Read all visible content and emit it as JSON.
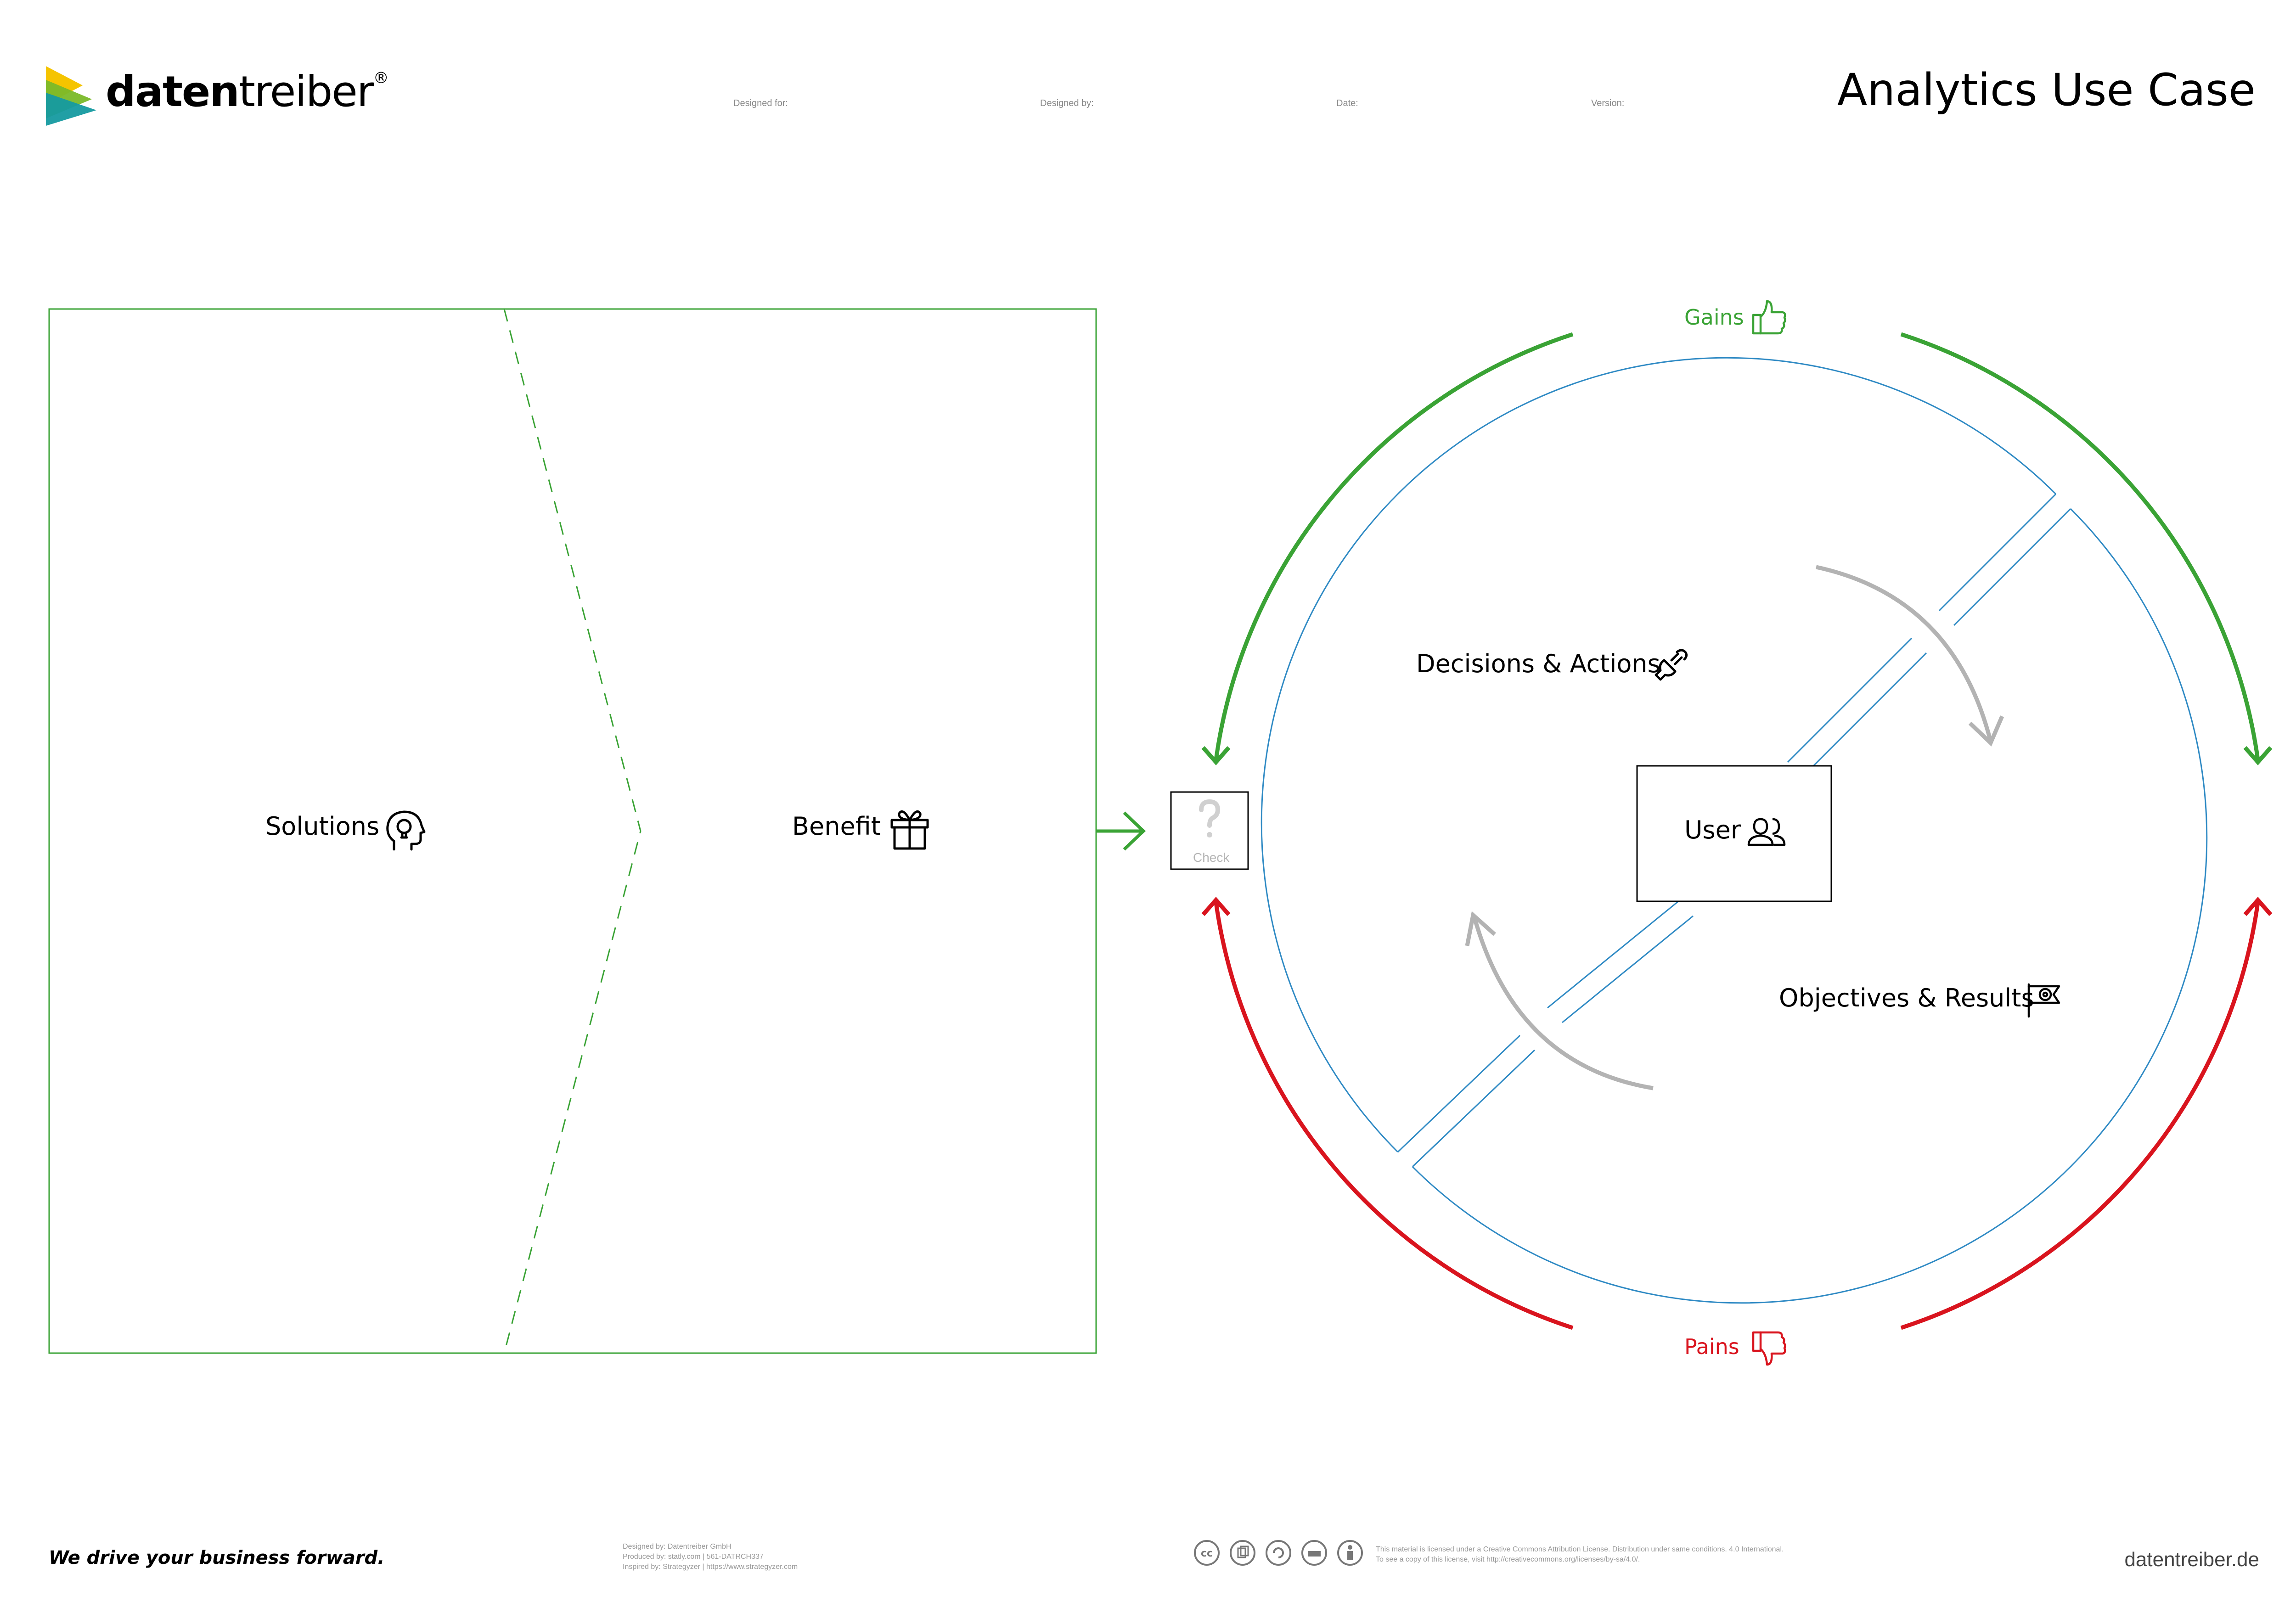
{
  "brand": {
    "name_bold": "daten",
    "name_light": "treiber",
    "registered": "®"
  },
  "header": {
    "designed_for": "Designed for:",
    "designed_by": "Designed by:",
    "date": "Date:",
    "version": "Version:",
    "title": "Analytics Use Case"
  },
  "left_panel": {
    "solutions": "Solutions",
    "benefit": "Benefit"
  },
  "check": {
    "label": "Check"
  },
  "cycle": {
    "gains": "Gains",
    "pains": "Pains",
    "decisions": "Decisions & Actions",
    "user": "User",
    "objectives": "Objectives & Results"
  },
  "footer": {
    "tagline": "We drive your business forward.",
    "credits": [
      "Designed by: Datentreiber GmbH",
      "Produced by: statly.com | 561-DATRCH337",
      "Inspired by: Strategyzer | https://www.strategyzer.com"
    ],
    "license": [
      "This material is licensed under a Creative Commons Attribution License. Distribution under same conditions. 4.0 International.",
      "To see a copy of this license, visit http://creativecommons.org/licenses/by-sa/4.0/."
    ],
    "website": "datentreiber.de"
  },
  "colors": {
    "green": "#3aa335",
    "red": "#d9141e",
    "blue": "#2f8ac4",
    "gray": "#b3b3b3",
    "brand_yellow": "#f5c400",
    "brand_green": "#7ab929",
    "brand_teal": "#159aa0"
  },
  "icons": [
    "lightbulb-head-icon",
    "gift-icon",
    "question-mark-icon",
    "thumbs-up-icon",
    "thumbs-down-icon",
    "plug-icon",
    "users-icon",
    "target-flag-icon",
    "cc-icons"
  ]
}
